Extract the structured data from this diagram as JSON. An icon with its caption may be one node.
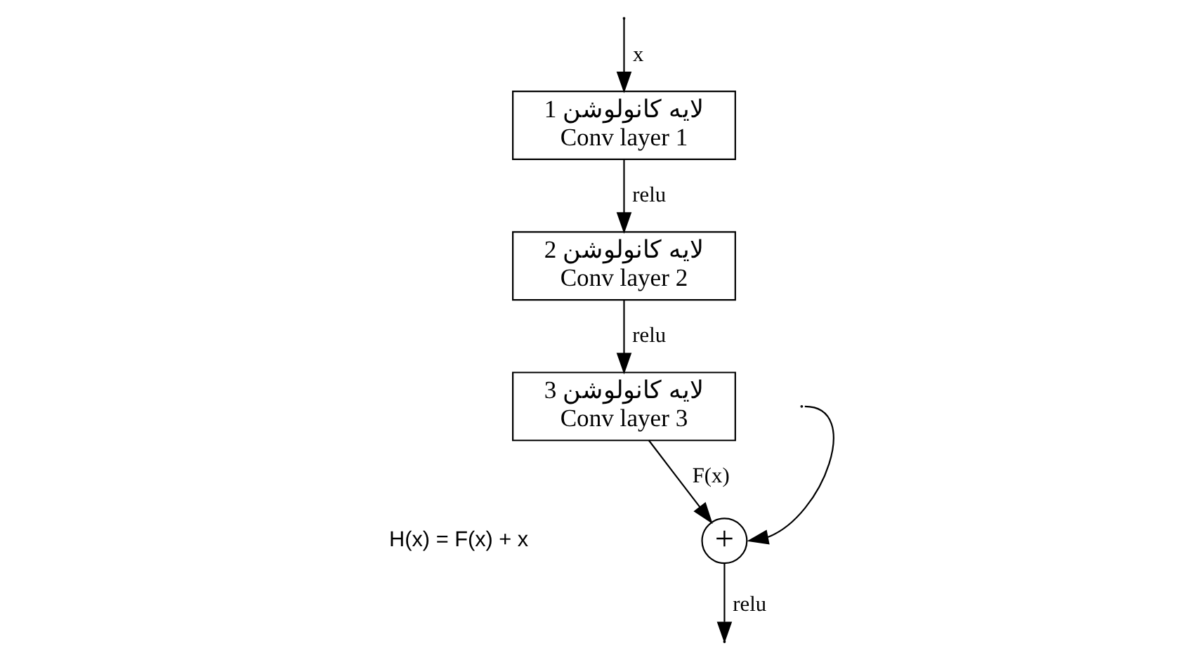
{
  "diagram": {
    "nodes": [
      {
        "text": [
          "لایه کانولوشن 1",
          "Conv layer 1"
        ]
      },
      {
        "text": [
          "لایه کانولوشن 2",
          "Conv layer 2"
        ]
      },
      {
        "text": [
          "لایه کانولوشن 3",
          "Conv layer 3"
        ]
      },
      {
        "text": [
          "+"
        ]
      }
    ],
    "edges": [
      {
        "from": null,
        "to": 0,
        "arrow": "to",
        "label": "x"
      },
      {
        "from": 0,
        "to": 1,
        "arrow": "to",
        "label": "relu"
      },
      {
        "from": 1,
        "to": 2,
        "arrow": "to",
        "label": "relu"
      },
      {
        "from": 2,
        "to": 3,
        "arrow": "to",
        "label": "F(x)"
      },
      {
        "from": null,
        "to": 3,
        "arrow": "to"
      },
      {
        "from": 3,
        "to": null,
        "arrow": "to",
        "label": "relu"
      }
    ],
    "labels": [
      "H(x) = F(x) + x"
    ]
  }
}
